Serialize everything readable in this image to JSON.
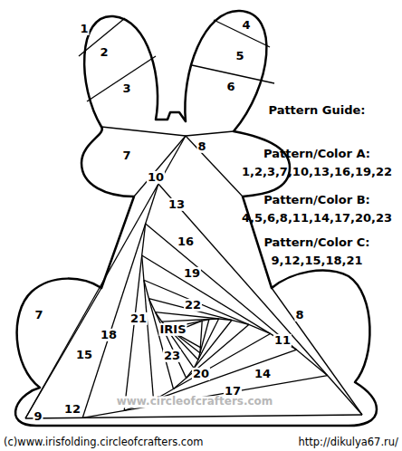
{
  "diagram": {
    "title": "Pattern Guide:",
    "labels": [
      "1",
      "2",
      "3",
      "4",
      "5",
      "6",
      "7",
      "8",
      "10",
      "13",
      "16",
      "19",
      "22",
      "21",
      "IRIS",
      "18",
      "23",
      "20",
      "15",
      "7",
      "8",
      "11",
      "17",
      "14",
      "12",
      "9",
      "Pattern/Color A:",
      "1,2,3,7,10,13,16,19,22",
      "Pattern/Color B:",
      "4,5,6,8,11,14,17,20,23",
      "Pattern/Color C:",
      "9,12,15,18,21",
      "www.circleofcrafters.com",
      "(c)www.irisfolding.circleofcrafters.com",
      "http://dikulya67.ru/"
    ]
  }
}
